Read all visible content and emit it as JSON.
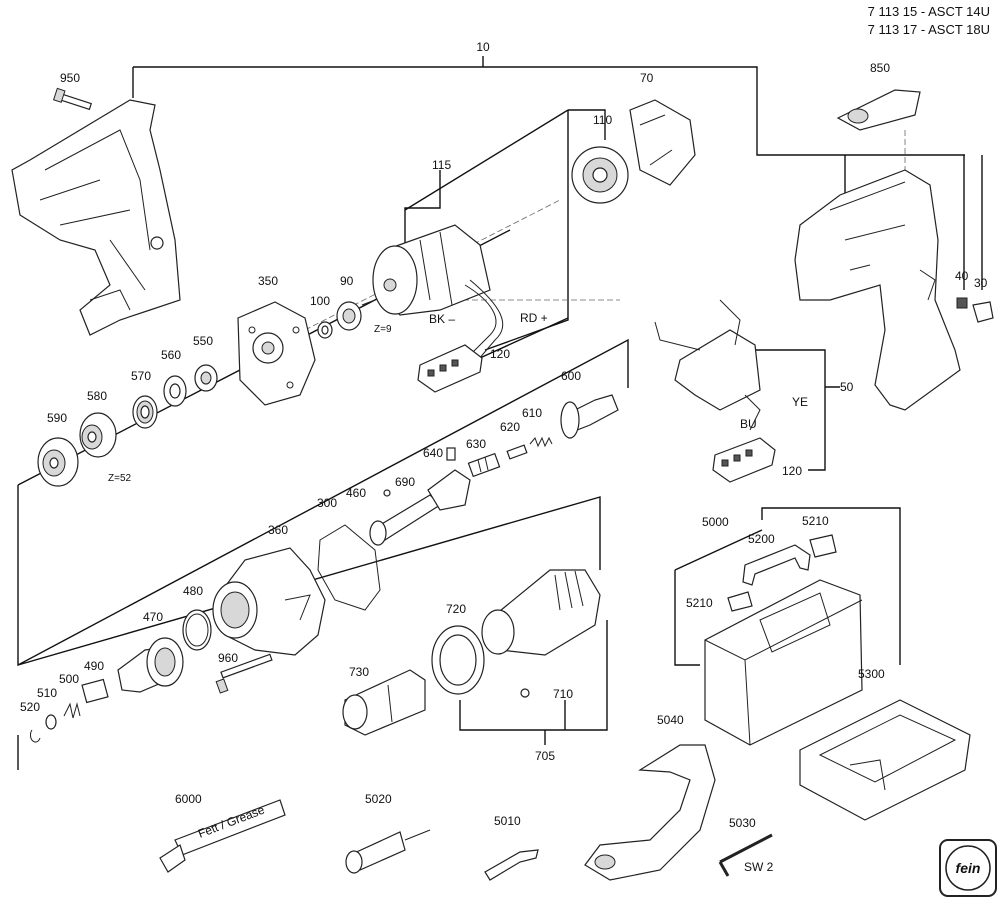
{
  "header": {
    "line1": "7 113 15 - ASCT 14U",
    "line2": "7 113 17 - ASCT 18U"
  },
  "parts": {
    "p10": "10",
    "p30": "30",
    "p40": "40",
    "p50": "50",
    "p70": "70",
    "p90": "90",
    "p100": "100",
    "p110": "110",
    "p115": "115",
    "p120a": "120",
    "p120b": "120",
    "p300": "300",
    "p350": "350",
    "p360": "360",
    "p460": "460",
    "p470": "470",
    "p480": "480",
    "p490": "490",
    "p500": "500",
    "p510": "510",
    "p520": "520",
    "p550": "550",
    "p560": "560",
    "p570": "570",
    "p580": "580",
    "p590": "590",
    "p600": "600",
    "p610": "610",
    "p620": "620",
    "p630": "630",
    "p640": "640",
    "p690": "690",
    "p705": "705",
    "p710": "710",
    "p720": "720",
    "p730": "730",
    "p850": "850",
    "p950": "950",
    "p960": "960",
    "p5000": "5000",
    "p5010": "5010",
    "p5020": "5020",
    "p5030": "5030",
    "p5040": "5040",
    "p5200": "5200",
    "p5210a": "5210",
    "p5210b": "5210",
    "p5300": "5300",
    "p6000": "6000"
  },
  "annotations": {
    "z9": "Z=9",
    "z52": "Z=52",
    "bk": "BK –",
    "rd": "RD +",
    "ye": "YE",
    "bu": "BU",
    "sw2": "SW 2",
    "grease": "Fett / Grease"
  },
  "logo": {
    "text": "fein"
  }
}
